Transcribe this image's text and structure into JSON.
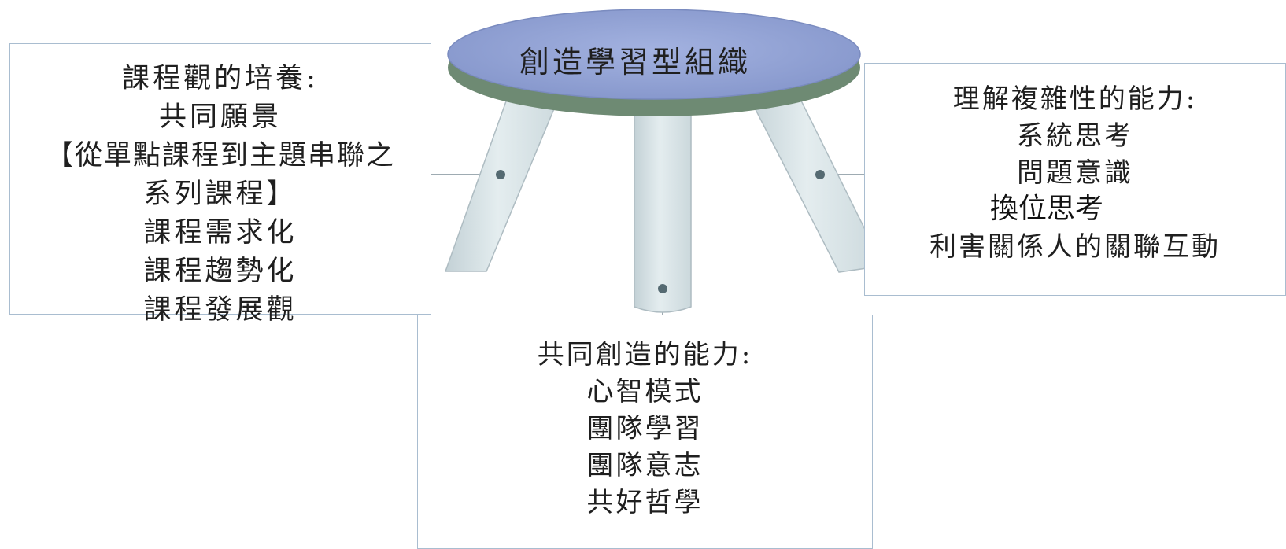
{
  "seat": {
    "label": "創造學習型組織"
  },
  "left_box": {
    "lines": [
      "課程觀的培養:",
      "共同願景",
      "【從單點課程到主題串聯之",
      "系列課程】",
      "課程需求化",
      "課程趨勢化",
      "課程發展觀"
    ]
  },
  "right_box": {
    "lines": [
      "理解複雜性的能力:",
      "系統思考",
      "問題意識",
      "",
      "利害關係人的關聯互動"
    ],
    "overlay_text": "換位思考"
  },
  "bottom_box": {
    "lines": [
      "共同創造的能力:",
      "心智模式",
      "團隊學習",
      "團隊意志",
      "共好哲學"
    ]
  },
  "colors": {
    "seat_top": "#8f9fd2",
    "seat_rim": "#6e8a73",
    "legs": "#d7e3e6",
    "leg_outline": "#aebcc2",
    "box_border": "#a9bdd0",
    "connector": "#7f8f98"
  }
}
